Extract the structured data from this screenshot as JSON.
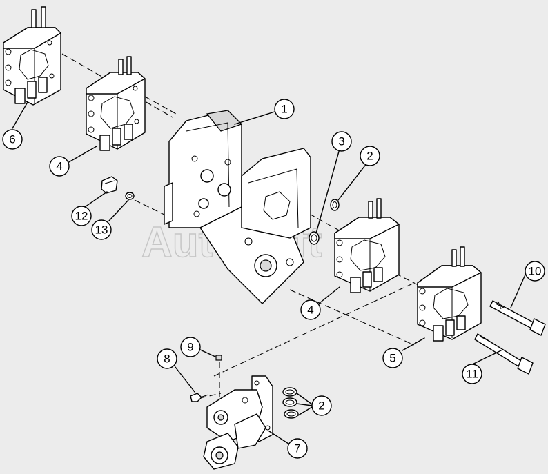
{
  "watermark": "AutoSoft",
  "callouts": [
    {
      "id": "callout-1",
      "label": "1"
    },
    {
      "id": "callout-2a",
      "label": "2"
    },
    {
      "id": "callout-2b",
      "label": "2"
    },
    {
      "id": "callout-3",
      "label": "3"
    },
    {
      "id": "callout-4a",
      "label": "4"
    },
    {
      "id": "callout-4b",
      "label": "4"
    },
    {
      "id": "callout-5",
      "label": "5"
    },
    {
      "id": "callout-6",
      "label": "6"
    },
    {
      "id": "callout-7",
      "label": "7"
    },
    {
      "id": "callout-8",
      "label": "8"
    },
    {
      "id": "callout-9",
      "label": "9"
    },
    {
      "id": "callout-10",
      "label": "10"
    },
    {
      "id": "callout-11",
      "label": "11"
    },
    {
      "id": "callout-12",
      "label": "12"
    },
    {
      "id": "callout-13",
      "label": "13"
    }
  ]
}
